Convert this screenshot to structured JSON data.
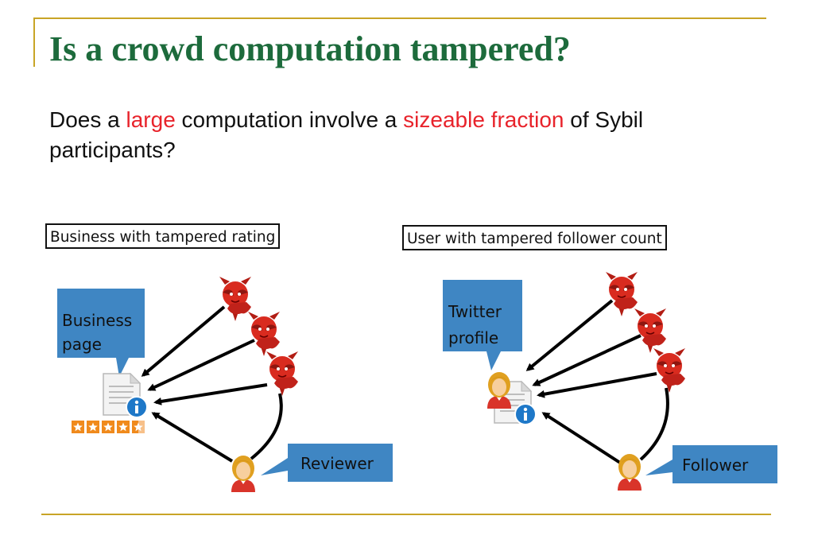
{
  "slide": {
    "title": "Is a crowd computation tampered?",
    "question": {
      "part1": "Does a ",
      "hl1": "large",
      "part2": " computation involve a ",
      "hl2": "sizeable fraction",
      "part3": " of Sybil participants?"
    }
  },
  "left_panel": {
    "label": "Business with tampered rating",
    "target_callout": [
      "Business",
      "page"
    ],
    "actor_callout": "Reviewer"
  },
  "right_panel": {
    "label": "User with tampered follower count",
    "target_callout": [
      "Twitter",
      "profile"
    ],
    "actor_callout": "Follower"
  },
  "colors": {
    "title": "#1d6b3c",
    "highlight": "#e8232b",
    "callout": "#3f86c3",
    "rule": "#c8a426",
    "devil": "#d92b1f",
    "star": "#f08a1c"
  },
  "icons": [
    "devil-icon",
    "person-icon",
    "document-icon",
    "info-icon",
    "star-rating-icon"
  ]
}
